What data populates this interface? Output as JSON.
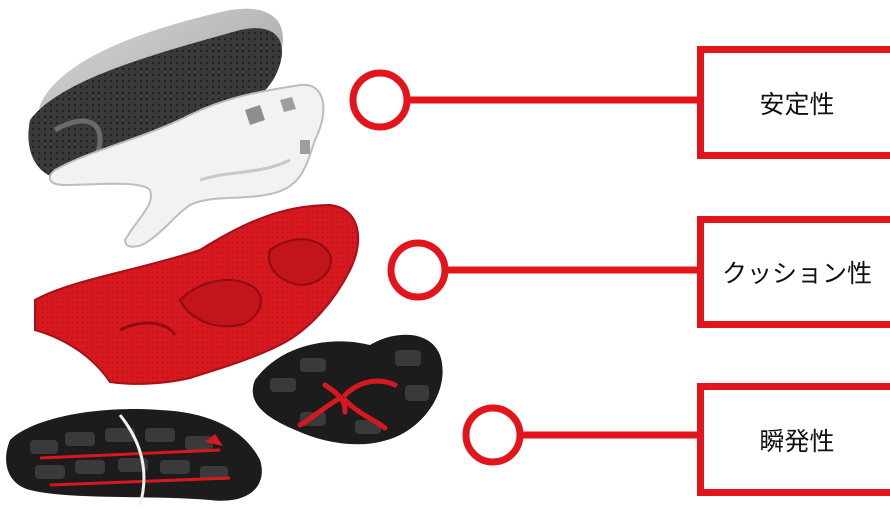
{
  "features": [
    {
      "label": "安定性"
    },
    {
      "label": "クッション性"
    },
    {
      "label": "瞬発性"
    }
  ],
  "colors": {
    "accent": "#e3141b",
    "midsole_red": "#d7191f",
    "outsole_dark": "#2a2a2a",
    "frame_white": "#f2f2f2"
  },
  "icons": [
    "insole-layer",
    "support-frame",
    "midsole-cushion",
    "outsole-forefoot",
    "outsole-heel"
  ]
}
